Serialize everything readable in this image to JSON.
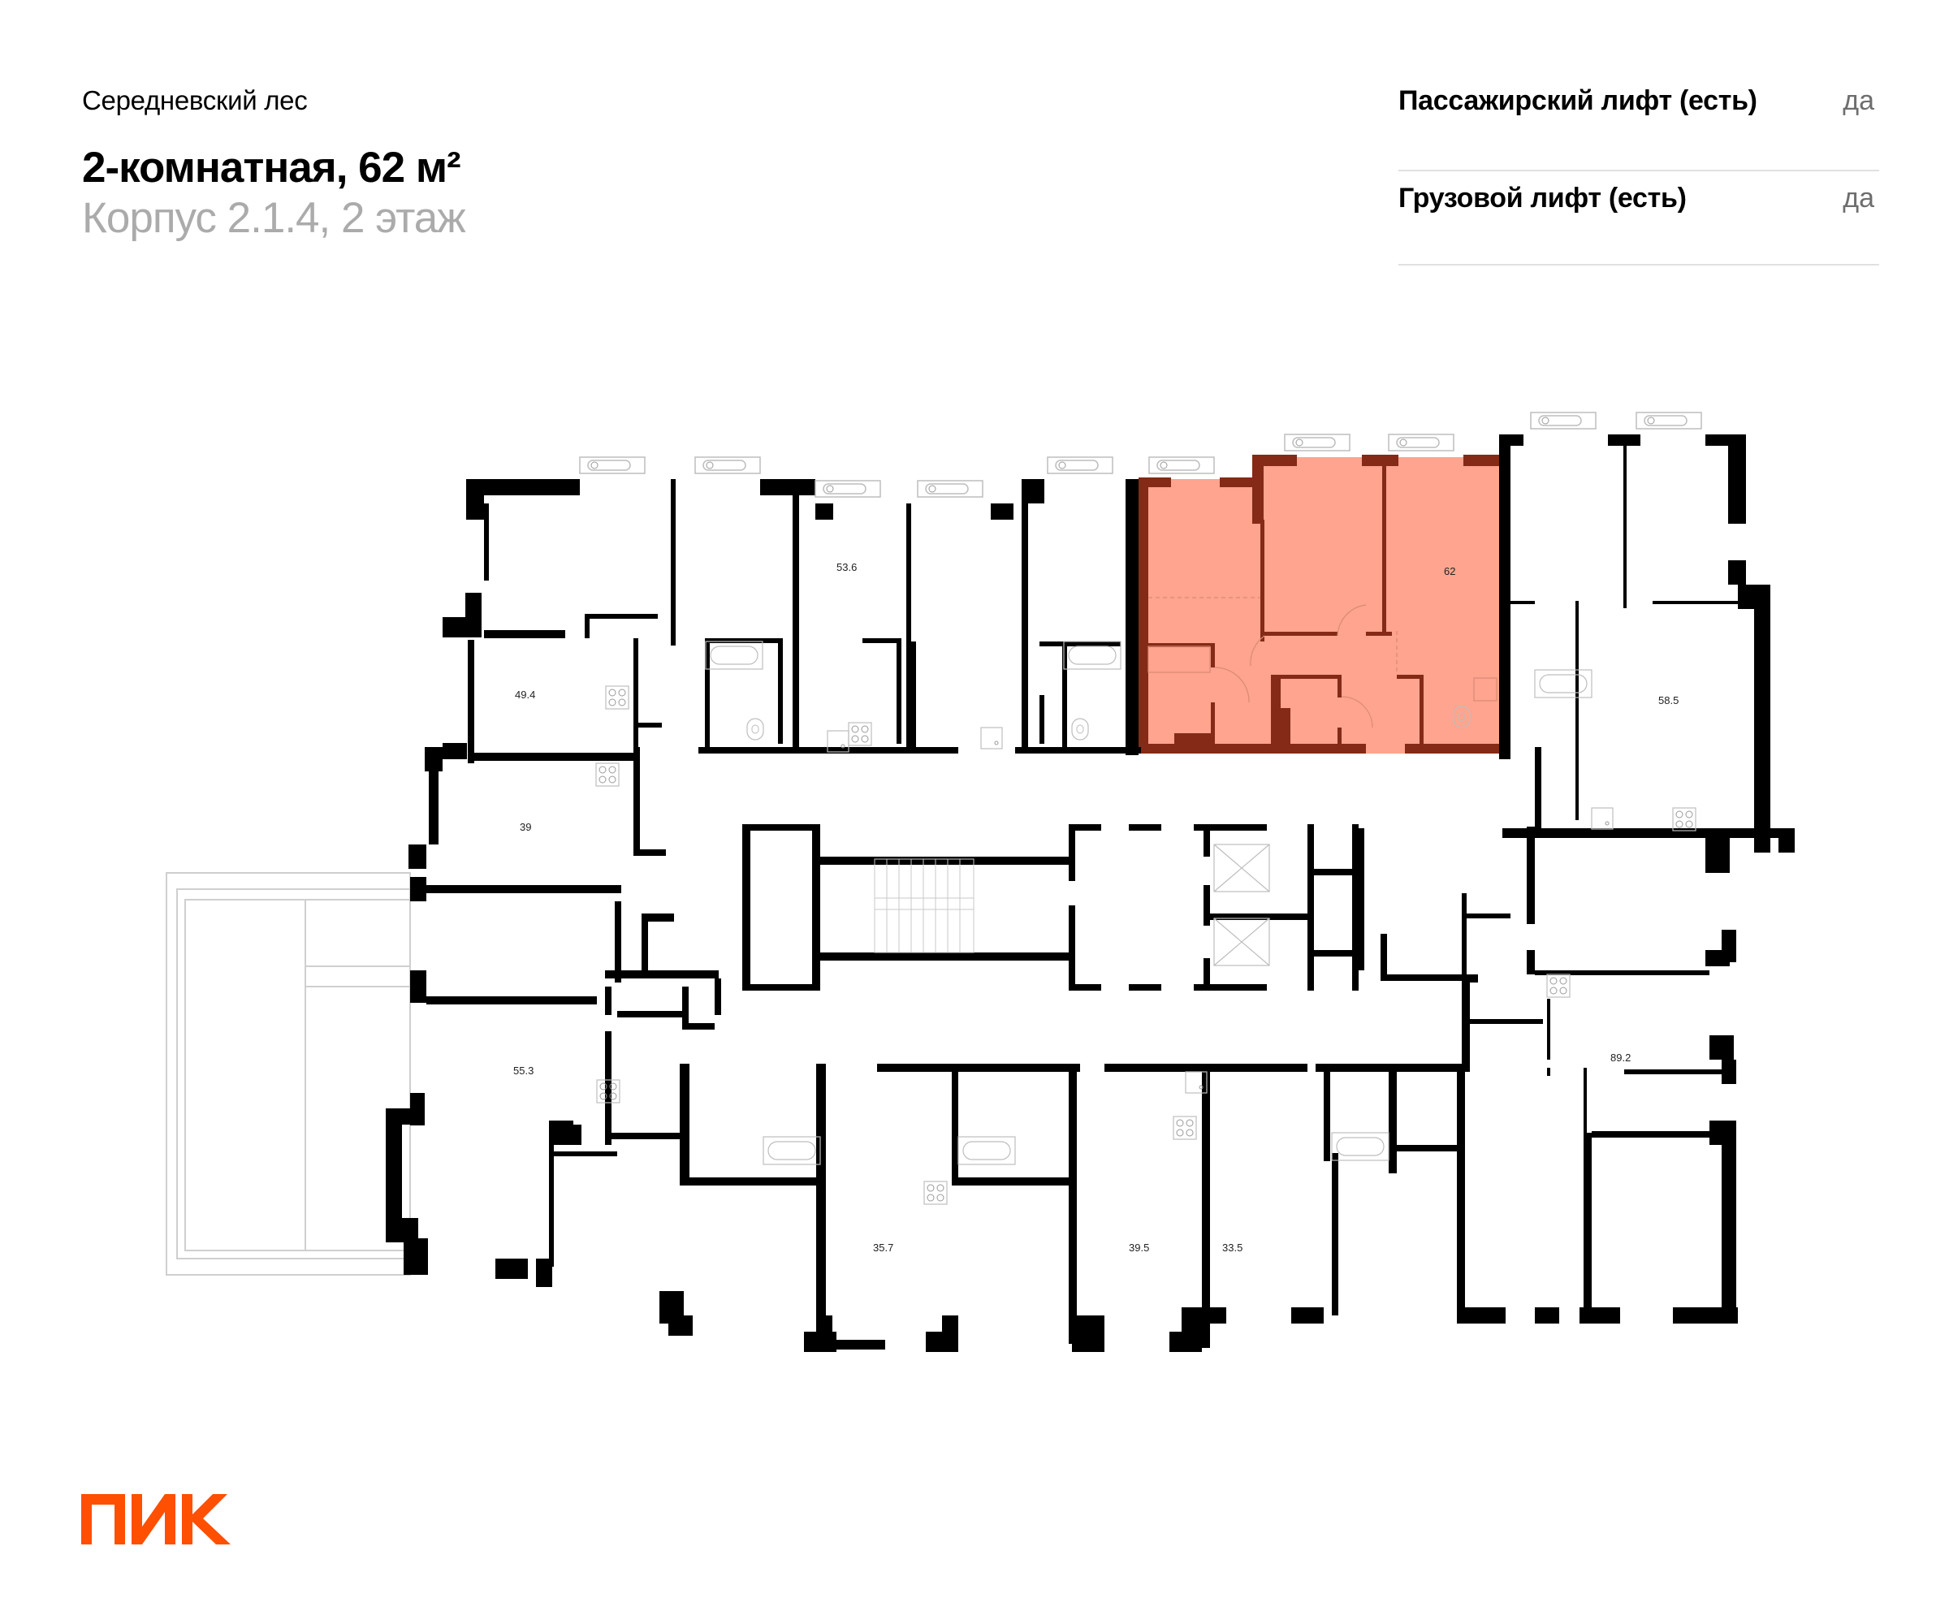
{
  "header": {
    "complex_name": "Середневский лес",
    "apartment_title": "2-комнатная, 62 м²",
    "building_floor": "Корпус 2.1.4, 2 этаж"
  },
  "properties": [
    {
      "label": "Пассажирский лифт (есть)",
      "value": "да"
    },
    {
      "label": "Грузовой лифт (есть)",
      "value": "да"
    }
  ],
  "floor_plan": {
    "highlighted_apartment": {
      "area": "62",
      "fill_color": "#FFA48E",
      "wall_color": "#842A16"
    },
    "apartments": [
      {
        "id": "apt-49-4",
        "area": "49.4"
      },
      {
        "id": "apt-53-6",
        "area": "53.6"
      },
      {
        "id": "apt-62",
        "area": "62"
      },
      {
        "id": "apt-58-5",
        "area": "58.5"
      },
      {
        "id": "apt-39",
        "area": "39"
      },
      {
        "id": "apt-55-3",
        "area": "55.3"
      },
      {
        "id": "apt-35-7",
        "area": "35.7"
      },
      {
        "id": "apt-39-5",
        "area": "39.5"
      },
      {
        "id": "apt-33-5",
        "area": "33.5"
      },
      {
        "id": "apt-89-2",
        "area": "89.2"
      }
    ],
    "wall_color": "#000000",
    "line_color": "#BDBDBD"
  },
  "logo": {
    "text": "ПИК",
    "color": "#FF4F00"
  }
}
